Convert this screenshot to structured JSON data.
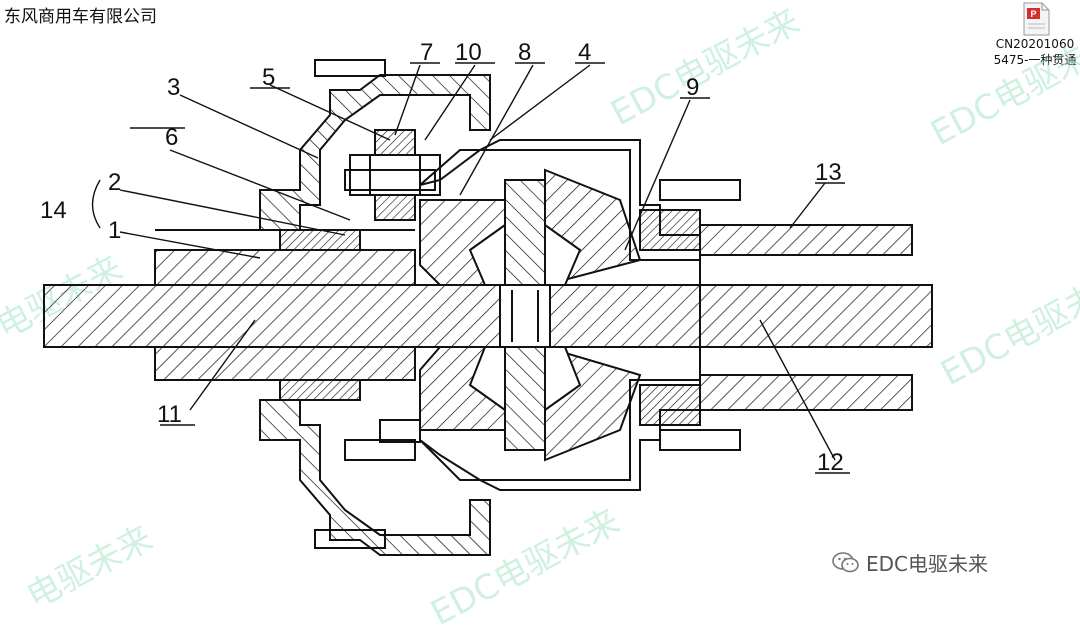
{
  "header": {
    "company": "东风商用车有限公司"
  },
  "file_badge": {
    "icon": "pdf-file-icon",
    "caption_line1": "CN20201060",
    "caption_line2": "5475-一种贯通"
  },
  "watermarks": [
    "EDC电驱未来",
    "EDC电驱未来",
    "EDC电驱未来",
    "电驱未来",
    "电驱未来",
    "EDC电驱未来"
  ],
  "footer": {
    "icon": "wechat-icon",
    "text": "EDC电驱未来"
  },
  "callouts": [
    "1",
    "2",
    "3",
    "4",
    "5",
    "6",
    "7",
    "8",
    "9",
    "10",
    "11",
    "12",
    "13",
    "14"
  ],
  "colors": {
    "line": "#111111",
    "watermark": "#96e1be"
  }
}
